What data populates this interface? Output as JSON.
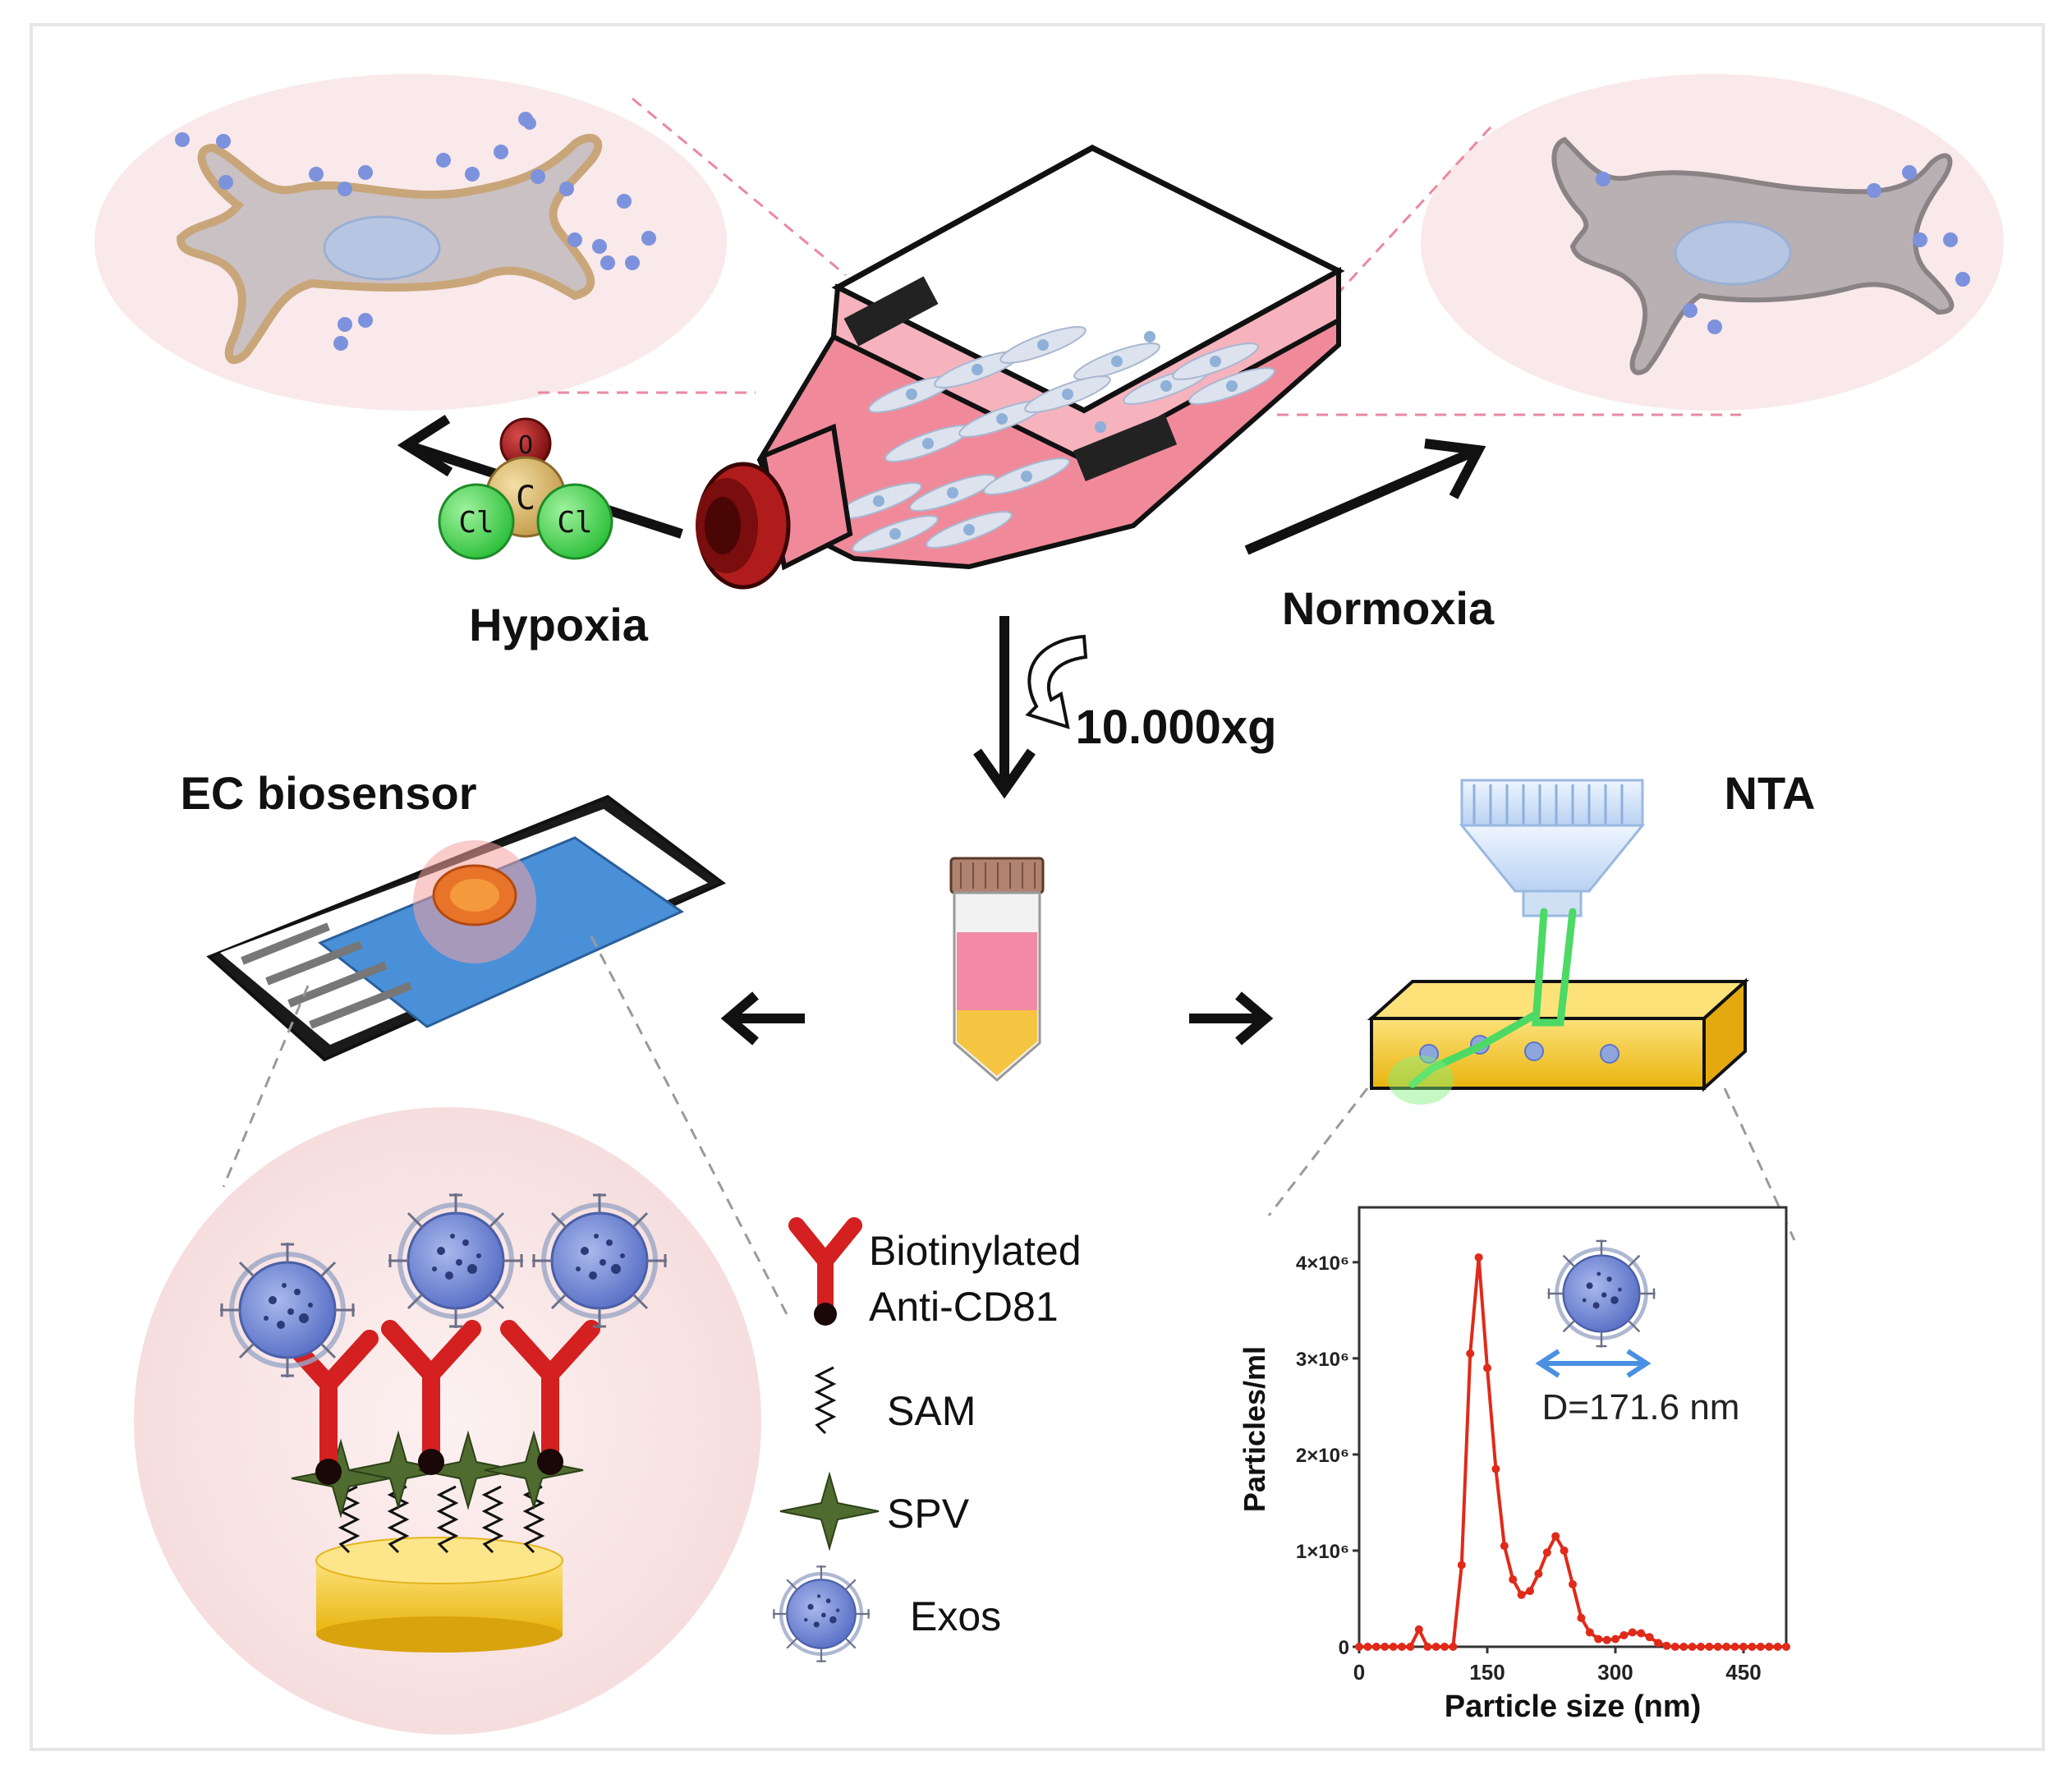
{
  "labels": {
    "hypoxia": "Hypoxia",
    "normoxia": "Normoxia",
    "centrifuge": "10.000xg",
    "ec_biosensor": "EC biosensor",
    "nta": "NTA"
  },
  "molecule": {
    "center": "C",
    "top": "O",
    "left": "Cl",
    "right": "Cl"
  },
  "legend": {
    "antibody_line1": "Biotinylated",
    "antibody_line2": "Anti-CD81",
    "sam": "SAM",
    "spv": "SPV",
    "exos": "Exos"
  },
  "diameter_label": "D=171.6 nm",
  "colors": {
    "flask_medium": "#f08a9a",
    "cap": "#b01c1c",
    "exosome": "#6e86d6",
    "antibody": "#d42020",
    "spv": "#4f6b2f",
    "gold": "#f1c21b",
    "green_laser": "#4cd964",
    "chart_line": "#e02a1a",
    "arrow_blue": "#4a90e2",
    "tube_liquid": "#f28aa6",
    "tube_pellet": "#f5c542"
  },
  "chart_data": {
    "type": "line",
    "title": "",
    "xlabel": "Particle size (nm)",
    "ylabel": "Particles/ml",
    "xlim": [
      0,
      500
    ],
    "ylim": [
      0,
      4400000
    ],
    "xticks": [
      "0",
      "150",
      "300",
      "450"
    ],
    "xtick_values": [
      0,
      150,
      300,
      450
    ],
    "yticks": [
      "0",
      "1×10⁶",
      "2×10⁶",
      "3×10⁶",
      "4×10⁶"
    ],
    "ytick_values": [
      0,
      1000000,
      2000000,
      3000000,
      4000000
    ],
    "series": [
      {
        "x": [
          0,
          10,
          20,
          30,
          40,
          50,
          60,
          70,
          80,
          90,
          100,
          110,
          120,
          130,
          140,
          150,
          160,
          170,
          180,
          190,
          200,
          210,
          220,
          230,
          240,
          250,
          260,
          270,
          280,
          290,
          300,
          310,
          320,
          330,
          340,
          350,
          360,
          370,
          380,
          390,
          400,
          410,
          420,
          430,
          440,
          450,
          460,
          470,
          480,
          490,
          500
        ],
        "y": [
          0,
          0,
          0,
          0,
          0,
          0,
          0,
          180000,
          0,
          0,
          0,
          0,
          850000,
          3050000,
          4050000,
          2900000,
          1850000,
          1050000,
          700000,
          540000,
          580000,
          760000,
          980000,
          1150000,
          1000000,
          650000,
          300000,
          150000,
          80000,
          70000,
          80000,
          120000,
          150000,
          140000,
          100000,
          40000,
          10000,
          0,
          0,
          0,
          0,
          0,
          0,
          0,
          0,
          0,
          0,
          0,
          0,
          0,
          0
        ]
      }
    ]
  }
}
